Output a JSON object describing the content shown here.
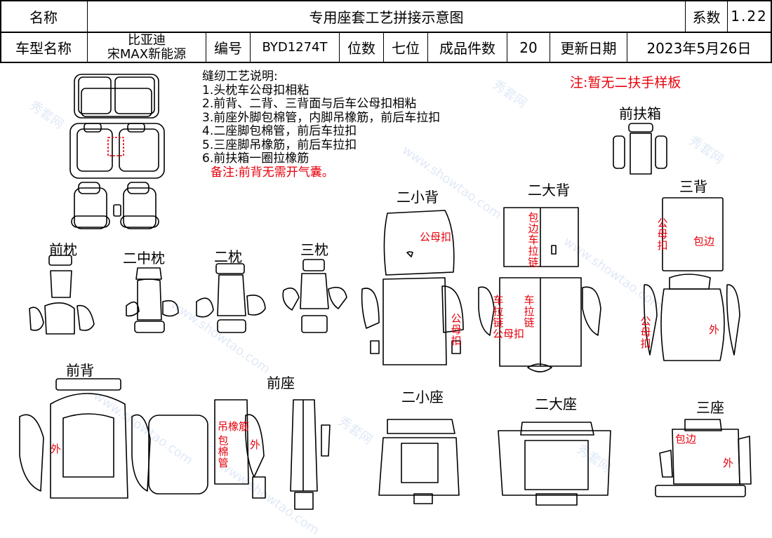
{
  "header": {
    "name_label": "名称",
    "title": "专用座套工艺拼接示意图",
    "coef_label": "系数",
    "coef_value": "1.22"
  },
  "info_row": {
    "model_label": "车型名称",
    "model_line1": "比亚迪",
    "model_line2": "宋MAX新能源",
    "code_label": "编号",
    "code_value": "BYD1274T",
    "seats_label": "位数",
    "seats_value": "七位",
    "pieces_label": "成品件数",
    "pieces_value": "20",
    "update_label": "更新日期",
    "update_value": "2023年5月26日"
  },
  "notes": {
    "heading": "缝纫工艺说明:",
    "items": [
      "1.头枕车公母扣相粘",
      "2.前背、二背、三背面与后车公母扣相粘",
      "3.前座外脚包棉管，内脚吊橡筋，前后车拉扣",
      "4.二座脚包棉管，前后车拉扣",
      "5.三座脚吊橡筋，前后车拉扣",
      "6.前扶箱一圈拉橡筋"
    ],
    "remark": "备注:前背无需开气囊。",
    "warning": "注:暂无二扶手样板"
  },
  "parts": {
    "front_armrest": "前扶箱",
    "front_headrest": "前枕",
    "second_mid_headrest": "二中枕",
    "second_headrest": "二枕",
    "third_headrest": "三枕",
    "second_small_back": "二小背",
    "second_big_back": "二大背",
    "third_back": "三背",
    "front_back": "前背",
    "front_seat": "前座",
    "second_small_seat": "二小座",
    "second_big_seat": "二大座",
    "third_seat": "三座"
  },
  "annotations": {
    "small_back_buckle_top": "公母扣",
    "small_back_buckle_side": "公母扣",
    "big_back_edge_pull": "包边车拉链",
    "big_back_zip_left": "车拉链",
    "big_back_zip_right": "车拉链",
    "big_back_buckle": "公母扣",
    "third_back_buckle_top": "公母扣",
    "third_back_edge": "包边",
    "third_back_buckle_side": "公母扣",
    "third_back_outer": "外",
    "front_back_outer": "外",
    "front_seat_elastic": "吊橡筋",
    "front_seat_foam": "包棉管",
    "front_seat_outer": "外",
    "third_seat_edge": "包边",
    "third_seat_outer": "外"
  },
  "watermark": {
    "text_cn": "秀套网",
    "text_url": "www.showtao.com"
  },
  "colors": {
    "annotation_red": "#e8000b",
    "line": "#000000",
    "watermark": "#c8d8f0"
  }
}
